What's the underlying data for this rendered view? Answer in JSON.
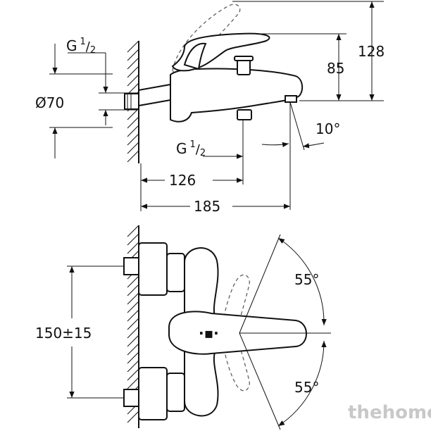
{
  "side_view": {
    "dim_128": "128",
    "dim_85": "85",
    "dim_diameter": "Ø70",
    "dim_thread_top": {
      "base": "G",
      "num": "1",
      "den": "2"
    },
    "dim_thread_bottom": {
      "base": "G",
      "num": "1",
      "den": "2"
    },
    "dim_angle": "10°",
    "dim_126": "126",
    "dim_185": "185"
  },
  "top_view": {
    "dim_spacing": "150±15",
    "dim_angle_upper": "55°",
    "dim_angle_lower": "55°"
  },
  "watermark": "thehome"
}
